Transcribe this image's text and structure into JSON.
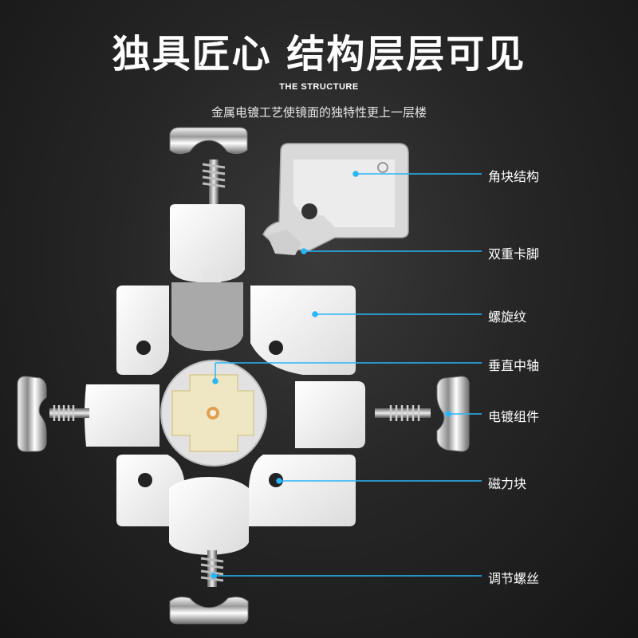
{
  "header": {
    "title": "独具匠心 结构层层可见",
    "subtitle_en": "THE STRUCTURE",
    "subtitle_cn": "金属电镀工艺使镜面的独特性更上一层楼"
  },
  "callouts": [
    {
      "label": "角块结构"
    },
    {
      "label": "双重卡脚"
    },
    {
      "label": "螺旋纹"
    },
    {
      "label": "垂直中轴"
    },
    {
      "label": "电镀组件"
    },
    {
      "label": "磁力块"
    },
    {
      "label": "调节螺丝"
    }
  ],
  "colors": {
    "accent_line": "#29b6f6",
    "piece_white": "#f2f2f2",
    "core_ivory": "#efe6c4",
    "chrome": "#c9c9c9"
  }
}
